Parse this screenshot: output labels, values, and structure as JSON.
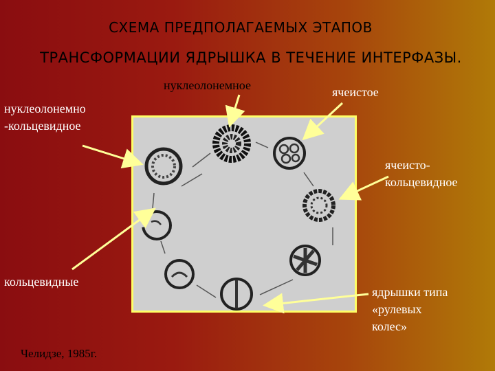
{
  "title": {
    "line1": "СХЕМА ПРЕДПОЛАГАЕМЫХ ЭТАПОВ",
    "line2": "ТРАНСФОРМАЦИИ ЯДРЫШКА В ТЕЧЕНИЕ ИНТЕРФАЗЫ."
  },
  "labels": {
    "nucleolonemic": "нуклеолонемное",
    "cellular": "ячеистое",
    "nucleolonemic_ring": [
      "нуклеолонемно",
      "-кольцевидное"
    ],
    "cellular_ring": [
      "ячеисто-",
      "кольцевидное"
    ],
    "ring": "кольцевидные",
    "wheel": [
      "ядрышки типа",
      "«рулевых",
      "колес»"
    ]
  },
  "reference": "Челидзе, 1985г.",
  "colors": {
    "background_left": "#8a0d10",
    "background_right": "#b07a08",
    "panel_border": "#ffff66",
    "panel_fill": "#cfcfcf",
    "arrow": "#ffff99"
  }
}
